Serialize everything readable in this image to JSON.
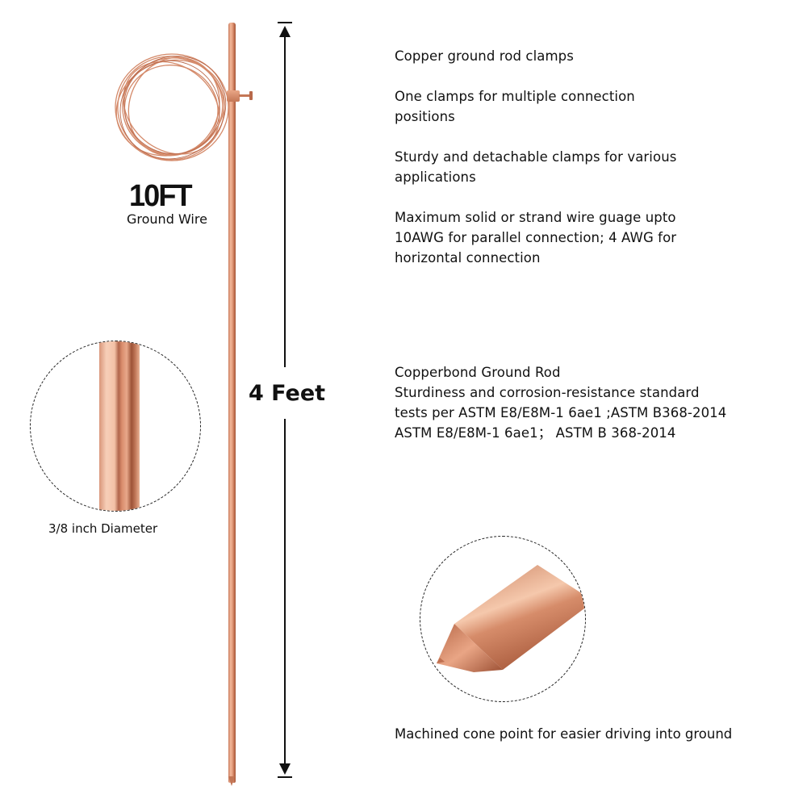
{
  "product": {
    "rod_length_label": "4 Feet",
    "wire": {
      "length_label": "10FT",
      "caption": "Ground Wire"
    },
    "diameter_caption": "3/8 inch Diameter",
    "cone_caption": "Machined cone point for easier driving into ground"
  },
  "features_top": [
    [
      "Copper ground rod clamps"
    ],
    [
      "One clamps for multiple connection",
      "positions"
    ],
    [
      "Sturdy and detachable clamps for various",
      "applications"
    ],
    [
      "Maximum solid or strand wire guage upto",
      "10AWG for parallel connection; 4 AWG for",
      "horizontal connection"
    ]
  ],
  "features_middle": [
    "Copperbond Ground Rod",
    "Sturdiness and corrosion-resistance standard",
    "tests per ASTM E8/E8M-1 6ae1 ;ASTM B368-2014",
    "ASTM E8/E8M-1 6ae1；  ASTM B 368-2014"
  ],
  "colors": {
    "copper": "#d98c6c",
    "copper_light": "#f2b89a",
    "copper_dark": "#a85a3c",
    "text": "#111111"
  }
}
